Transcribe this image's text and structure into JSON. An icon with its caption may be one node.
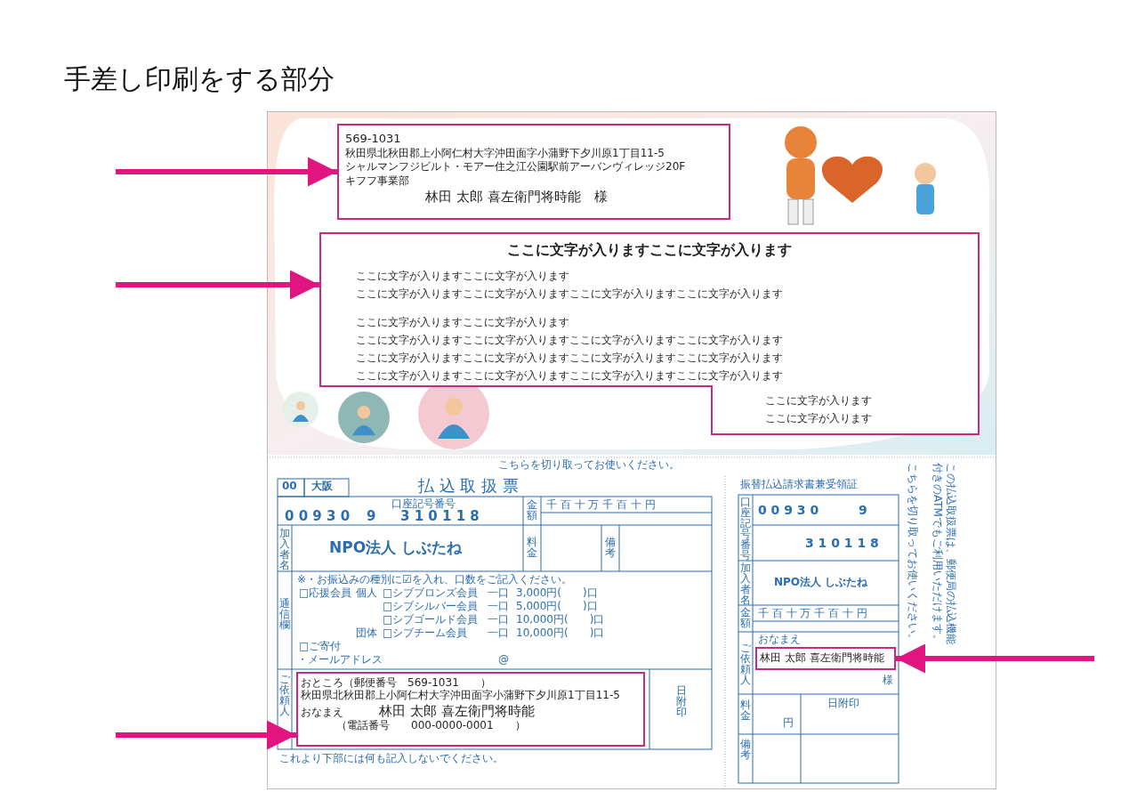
{
  "diagram": {
    "title": "手差し印刷をする部分",
    "nodes": [
      {
        "text": [
          "569-1031",
          "秋田県北秋田郡上小阿仁村大字沖田面字小蒲野下夕川原1丁目11-5",
          "シャルマンフジビルト・モアー住之江公園駅前アーバンヴィレッジ20F",
          "キフフ事業部",
          "林田 太郎 喜左衛門将時能　様"
        ]
      },
      {
        "text": [
          "ここに文字が入りますここに文字が入ります",
          "ここに文字が入りますここに文字が入ります",
          "ここに文字が入りますここに文字が入りますここに文字が入りますここに文字が入ります",
          "ここに文字が入りますここに文字が入ります",
          "ここに文字が入りますここに文字が入りますここに文字が入りますここに文字が入ります",
          "ここに文字が入りますここに文字が入りますここに文字が入りますここに文字が入ります",
          "ここに文字が入りますここに文字が入りますここに文字が入りますここに文字が入ります",
          "ここに文字が入ります",
          "ここに文字が入ります"
        ]
      },
      {
        "text": [
          "おところ（郵便番号　569-1031　　）",
          "秋田県北秋田郡上小阿仁村大字沖田面字小蒲野下夕川原1丁目11-5",
          "おなまえ",
          "林田 太郎 喜左衛門将時能",
          "（電話番号　　000-0000-0001　　）"
        ]
      },
      {
        "text": [
          "林田 太郎 喜左衛門将時能"
        ]
      }
    ],
    "edges": [
      {
        "from": null,
        "to": 0,
        "arrow": "to"
      },
      {
        "from": null,
        "to": 1,
        "arrow": "to"
      },
      {
        "from": null,
        "to": 2,
        "arrow": "to"
      },
      {
        "from": null,
        "to": 3,
        "arrow": "to"
      }
    ],
    "labels": [
      "こちらを切り取ってお使いください。",
      "00",
      "大阪",
      "払 込 取 扱 票",
      "口座記号番号",
      "0 0 9 3 0",
      "9",
      "3 1 0 1 1 8",
      "金額",
      "千 百 十 万 千 百 十 円",
      "加入者名",
      "NPO法人 しぶたね",
      "料金",
      "備考",
      "※・お振込みの種別に☑を入れ、口数をご記入ください。",
      "□応援会員",
      "個人",
      "□シブブロンズ会員",
      "一口",
      "3,000円(　　)口",
      "□シブシルバー会員",
      "一口",
      "5,000円(　　)口",
      "□シブゴールド会員",
      "一口",
      "10,000円(　　)口",
      "団体",
      "□シブチーム会員",
      "一口",
      "10,000円(　　)口",
      "□ご寄付",
      "・メールアドレス",
      "@",
      "通信欄",
      "ご依頼人",
      "日附印",
      "これより下部には何も記入しないでください。",
      "振替払込請求書兼受領証",
      "口座記号番号",
      "0 0 9 3 0",
      "9",
      "3 1 0 1 1 8",
      "加入者名",
      "NPO法人 しぶたね",
      "金額",
      "千 百 十 万 千 百 十 円",
      "ご依頼人",
      "おなまえ",
      "様",
      "料金",
      "円",
      "日附印",
      "備考",
      "こちらを切り取ってお使いください。",
      "この払込取扱票は、郵便局の払込機能付きのATMでもご利用いただけます。"
    ]
  }
}
